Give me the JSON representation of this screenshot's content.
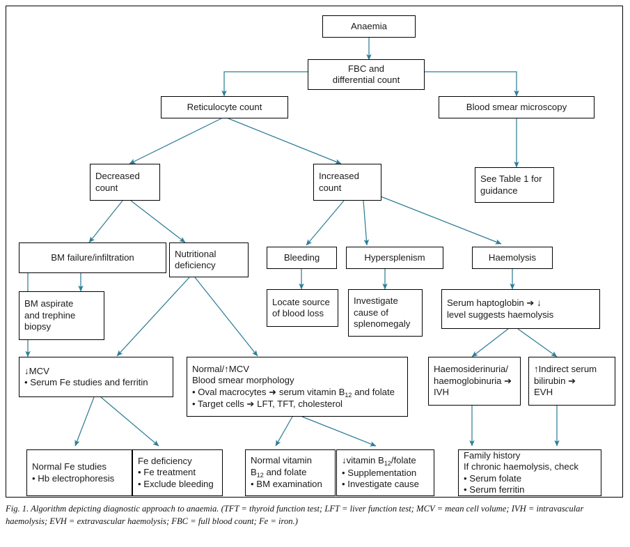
{
  "figure": {
    "colors": {
      "frame": "#000000",
      "box_border": "#000000",
      "connector": "#2e7d96",
      "text": "#1a1a1a"
    },
    "caption": "Fig. 1. Algorithm depicting diagnostic approach to anaemia. (TFT = thyroid function test; LFT = liver function test; MCV = mean cell volume; IVH = intravascular haemolysis; EVH = extravascular haemolysis; FBC = full blood count; Fe = iron.)"
  },
  "nodes": {
    "anaemia": {
      "lines": [
        "Anaemia"
      ]
    },
    "fbc": {
      "lines": [
        "FBC and",
        "differential count"
      ]
    },
    "retic": {
      "lines": [
        "Reticulocyte count"
      ]
    },
    "smear": {
      "lines": [
        "Blood smear microscopy"
      ]
    },
    "decreased": {
      "lines": [
        "Decreased",
        "count"
      ]
    },
    "increased": {
      "lines": [
        "Increased",
        "count"
      ]
    },
    "table1": {
      "lines": [
        "See Table 1 for",
        "guidance"
      ]
    },
    "bmfailure": {
      "lines": [
        "BM failure/infiltration"
      ]
    },
    "nutritional": {
      "lines": [
        "Nutritional",
        "deficiency"
      ]
    },
    "bleeding": {
      "lines": [
        "Bleeding"
      ]
    },
    "hypersplenism": {
      "lines": [
        "Hypersplenism"
      ]
    },
    "haemolysis": {
      "lines": [
        "Haemolysis"
      ]
    },
    "bmaspirate": {
      "lines": [
        "BM aspirate",
        "and trephine",
        "biopsy"
      ]
    },
    "locate": {
      "lines": [
        "Locate source",
        "of blood loss"
      ]
    },
    "investigate": {
      "lines": [
        "Investigate",
        "cause of",
        "splenomegaly"
      ]
    },
    "haptoglobin": {
      "lines": [
        "Serum haptoglobin ➔ ↓",
        "level suggests haemolysis"
      ]
    },
    "lowmcv": {
      "lines": [
        "↓MCV",
        "• Serum Fe studies and ferritin"
      ]
    },
    "normalmcv": {
      "lines": [
        "Normal/↑MCV",
        "Blood smear morphology",
        "• Oval macrocytes ➔ serum vitamin B12 and folate",
        "• Target cells ➔ LFT, TFT, cholesterol"
      ]
    },
    "haemosiderinuria": {
      "lines": [
        "Haemosiderinuria/",
        "haemoglobinuria ➔",
        "IVH"
      ]
    },
    "indirectbili": {
      "lines": [
        "↑Indirect serum",
        "bilirubin ➔",
        "EVH"
      ]
    },
    "normalfe": {
      "lines": [
        "Normal Fe studies",
        "• Hb electrophoresis"
      ]
    },
    "fedeficiency": {
      "lines": [
        "Fe deficiency",
        "• Fe treatment",
        "• Exclude bleeding"
      ]
    },
    "normalvitamin": {
      "lines": [
        "Normal vitamin",
        "B12 and folate",
        "• BM examination"
      ]
    },
    "lowvitamin": {
      "lines": [
        "↓vitamin B12/folate",
        "• Supplementation",
        "• Investigate cause"
      ]
    },
    "familyhistory": {
      "lines": [
        "Family history",
        "If chronic haemolysis, check",
        "• Serum folate",
        "• Serum ferritin"
      ]
    }
  },
  "edges": [
    {
      "from": "anaemia",
      "to": "fbc"
    },
    {
      "from": "fbc",
      "to": "retic"
    },
    {
      "from": "fbc",
      "to": "smear"
    },
    {
      "from": "retic",
      "to": "decreased"
    },
    {
      "from": "retic",
      "to": "increased"
    },
    {
      "from": "smear",
      "to": "table1"
    },
    {
      "from": "decreased",
      "to": "bmfailure"
    },
    {
      "from": "decreased",
      "to": "nutritional"
    },
    {
      "from": "increased",
      "to": "bleeding"
    },
    {
      "from": "increased",
      "to": "hypersplenism"
    },
    {
      "from": "increased",
      "to": "haemolysis"
    },
    {
      "from": "retic",
      "to": "haemolysis"
    },
    {
      "from": "bmfailure",
      "to": "bmaspirate"
    },
    {
      "from": "bmfailure",
      "to": "lowmcv"
    },
    {
      "from": "nutritional",
      "to": "lowmcv"
    },
    {
      "from": "nutritional",
      "to": "normalmcv"
    },
    {
      "from": "bleeding",
      "to": "locate"
    },
    {
      "from": "hypersplenism",
      "to": "investigate"
    },
    {
      "from": "haemolysis",
      "to": "haptoglobin"
    },
    {
      "from": "haptoglobin",
      "to": "haemosiderinuria"
    },
    {
      "from": "haptoglobin",
      "to": "indirectbili"
    },
    {
      "from": "lowmcv",
      "to": "normalfe"
    },
    {
      "from": "lowmcv",
      "to": "fedeficiency"
    },
    {
      "from": "normalmcv",
      "to": "normalvitamin"
    },
    {
      "from": "normalmcv",
      "to": "lowvitamin"
    },
    {
      "from": "haemosiderinuria",
      "to": "familyhistory"
    },
    {
      "from": "indirectbili",
      "to": "familyhistory"
    }
  ]
}
